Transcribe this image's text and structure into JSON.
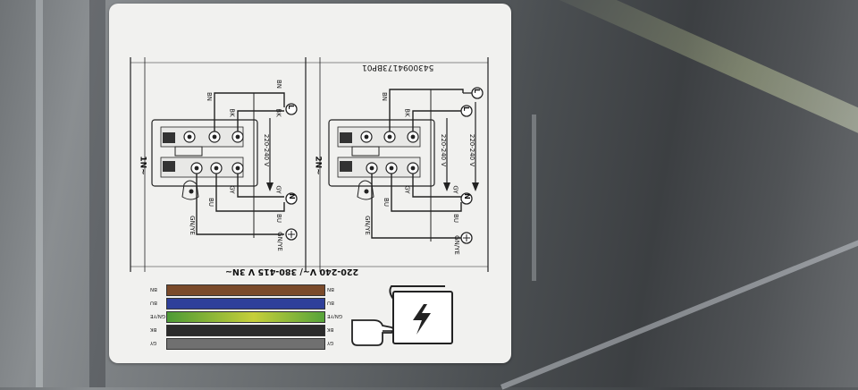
{
  "label": {
    "part_number": "5430094173BP01",
    "voltage_title": "220-240 V~/ 380-415 V 3N~",
    "panel_1ph": {
      "mode": "1N~",
      "voltage": "220-240 V",
      "wires": {
        "bn": "BN",
        "bk": "BK",
        "gy": "GY",
        "bu": "BU",
        "gnye": "GN/YE"
      },
      "terminals": {
        "l": "L",
        "n": "N"
      }
    },
    "panel_2ph": {
      "mode": "2N~",
      "voltage_1": "220-240 V",
      "voltage_2": "220-240 V",
      "wires": {
        "bn": "BN",
        "bk": "BK",
        "gy": "GY",
        "bu": "BU",
        "gnye": "GN/YE"
      },
      "terminals": {
        "l1": "L",
        "l2": "L",
        "n": "N"
      }
    },
    "legend": [
      {
        "code": "BN",
        "color": "#7a4a2a"
      },
      {
        "code": "BU",
        "color": "#2f3f9a"
      },
      {
        "code": "GN/YE",
        "color": "#5fa83a"
      },
      {
        "code": "BK",
        "color": "#2b2b2b"
      },
      {
        "code": "GY",
        "color": "#707070"
      }
    ],
    "warning_icon": "electric-shock-hand-icon"
  }
}
